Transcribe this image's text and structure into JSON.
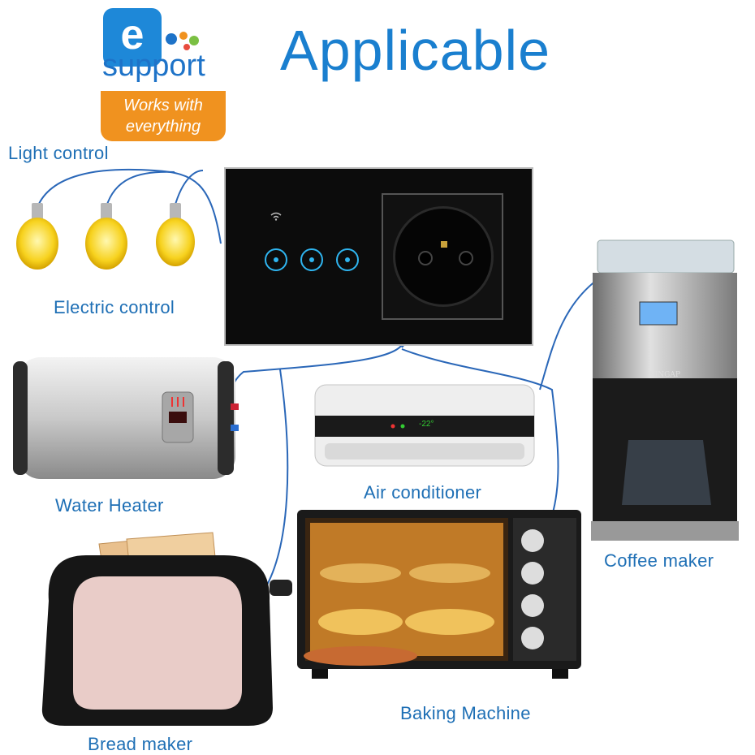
{
  "brand": {
    "logo_letter": "e",
    "logo_text": "support",
    "tagline_line1": "Works with",
    "tagline_line2": "everything",
    "colors": {
      "blue": "#1e88d8",
      "orange": "#f0921f"
    }
  },
  "headline": "Applicable",
  "labels": {
    "light_control": "Light control",
    "electric_control": "Electric control",
    "water_heater": "Water Heater",
    "air_conditioner": "Air conditioner",
    "coffee_maker": "Coffee maker",
    "baking_machine": "Baking Machine",
    "bread_maker": "Bread maker"
  },
  "devices": {
    "air_conditioner_display": "-22°",
    "coffee_maker_brand": "KINGAP"
  },
  "accent_color": "#1e6fb5"
}
